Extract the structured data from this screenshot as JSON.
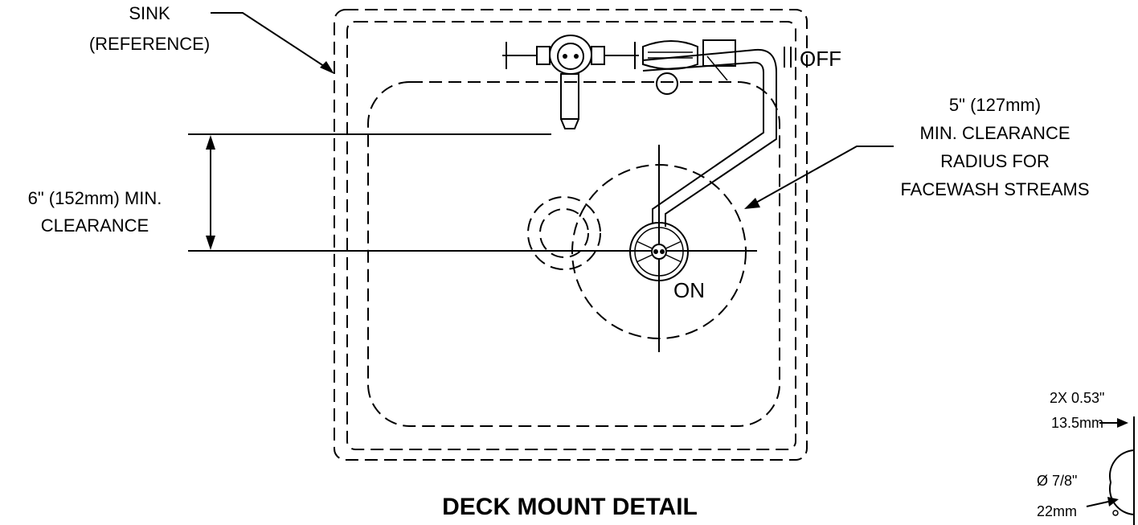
{
  "labels": {
    "sink_line1": "SINK",
    "sink_line2": "(REFERENCE)",
    "off": "OFF",
    "on": "ON",
    "clearance_radius_line1": "5\" (127mm)",
    "clearance_radius_line2": "MIN. CLEARANCE",
    "clearance_radius_line3": "RADIUS FOR",
    "clearance_radius_line4": "FACEWASH STREAMS",
    "min_clearance_line1": "6\" (152mm) MIN.",
    "min_clearance_line2": "CLEARANCE",
    "hole_count_dim": "2X  0.53\"",
    "hole_mm": "13.5mm",
    "diameter_in": "Ø 7/8\"",
    "diameter_mm": "22mm",
    "title": "DECK MOUNT DETAIL"
  }
}
